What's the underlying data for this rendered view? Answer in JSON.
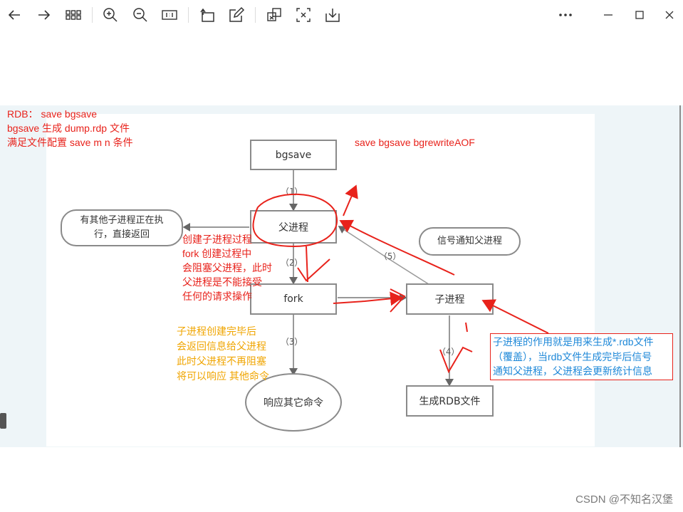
{
  "toolbar": {
    "icons": [
      "back-icon",
      "forward-icon",
      "grid-icon",
      "zoom-in-icon",
      "zoom-out-icon",
      "actual-size-icon",
      "rotate-icon",
      "edit-icon",
      "crop-icon",
      "ocr-icon",
      "save-icon",
      "more-icon",
      "minimize-icon",
      "maximize-icon",
      "close-icon"
    ]
  },
  "notes": {
    "rdb_line1": "RDB： save bgsave",
    "rdb_line2": "bgsave 生成 dump.rdp 文件",
    "rdb_line3": " 满足文件配置 save m n 条件",
    "save_cmds": "save   bgsave bgrewriteAOF",
    "parent": [
      "创建子进程过程",
      "fork 创建过程中",
      "会阻塞父进程，此时",
      "父进程是不能接受",
      "任何的请求操作"
    ],
    "child_done": [
      "子进程创建完毕后",
      "会返回信息给父进程",
      "此时父进程不再阻塞",
      "将可以响应 其他命令"
    ],
    "child_role_1": "子进程的作用就是用来生成*.rdb文件",
    "child_role_2": "（覆盖），当rdb文件生成完毕后信号",
    "child_role_3": "通知父进程，父进程会更新统计信息"
  },
  "diagram": {
    "bgsave": "bgsave",
    "parent": "父进程",
    "fork": "fork",
    "child": "子进程",
    "other_child": [
      "有其他子进程正在执",
      "行，直接返回"
    ],
    "signal": "信号通知父进程",
    "respond": "响应其它命令",
    "gen_rdb": "生成RDB文件",
    "steps": [
      "（1）",
      "（2）",
      "（3）",
      "（4）",
      "（5）"
    ]
  },
  "watermark": "CSDN @不知名汉堡",
  "colors": {
    "red": "#e8221b",
    "orange": "#f0a500",
    "blue": "#1e88d8",
    "panel": "#eef5f8"
  }
}
